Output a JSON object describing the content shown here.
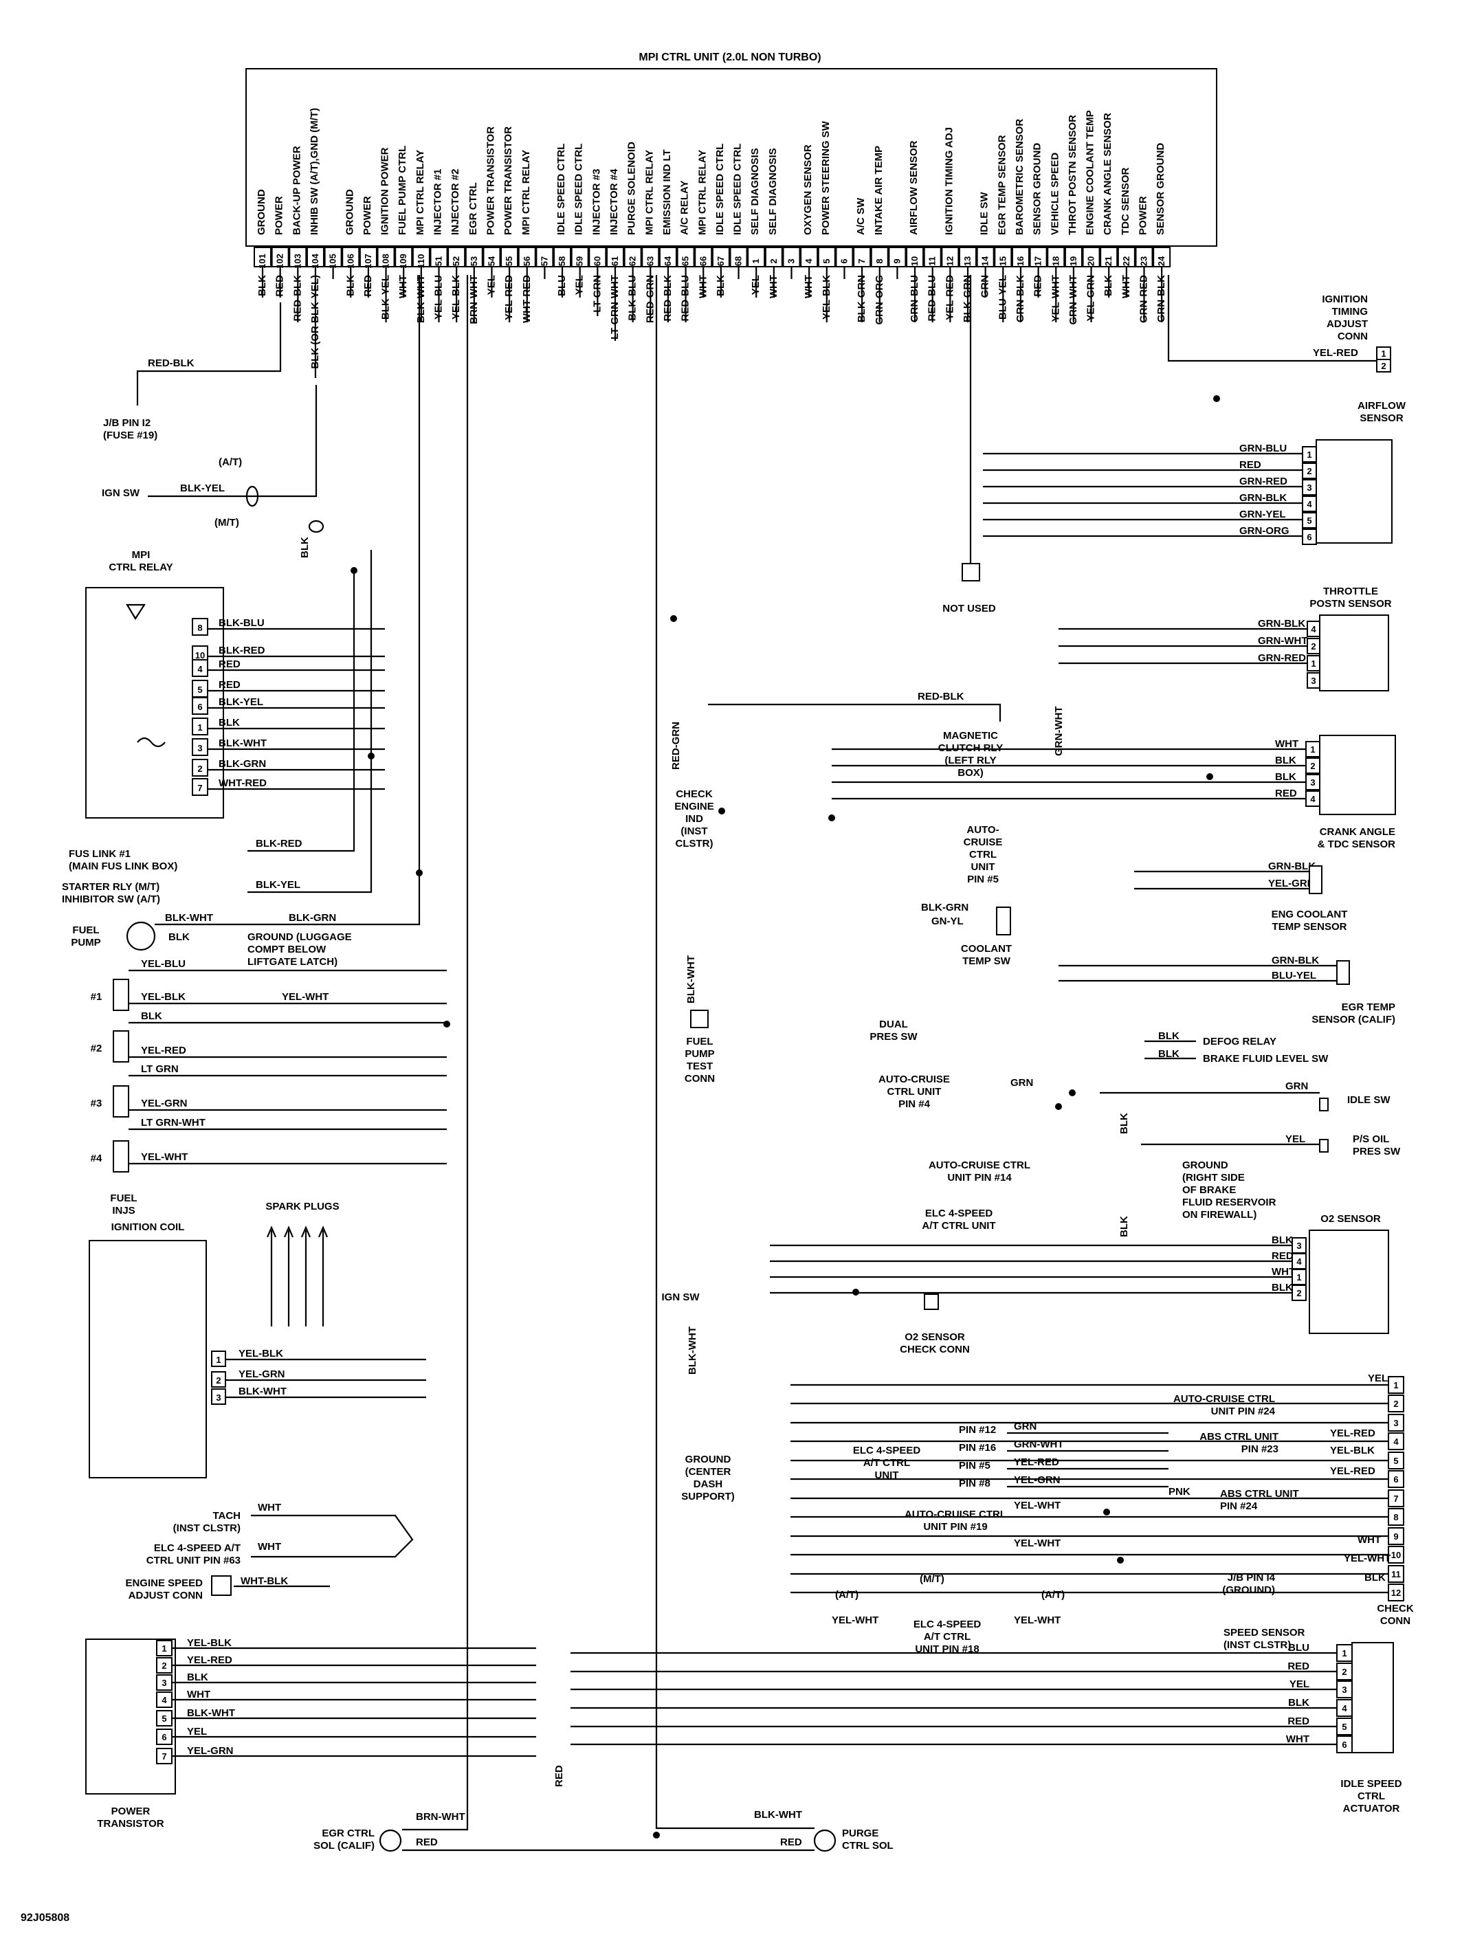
{
  "ecu": {
    "title": "MPI CTRL UNIT (2.0L NON TURBO)",
    "pins": [
      {
        "n": "101",
        "f": "GROUND",
        "w": "BLK"
      },
      {
        "n": "102",
        "f": "POWER",
        "w": "RED"
      },
      {
        "n": "103",
        "f": "BACK-UP POWER",
        "w": "RED-BLK"
      },
      {
        "n": "104",
        "f": "INHIB SW (A/T),GND (M/T)",
        "w": "BLK (OR BLK-YEL)"
      },
      {
        "n": "105",
        "f": "",
        "w": ""
      },
      {
        "n": "106",
        "f": "GROUND",
        "w": "BLK"
      },
      {
        "n": "107",
        "f": "POWER",
        "w": "RED"
      },
      {
        "n": "108",
        "f": "IGNITION POWER",
        "w": "BLK-YEL"
      },
      {
        "n": "109",
        "f": "FUEL PUMP CTRL",
        "w": "WHT"
      },
      {
        "n": "110",
        "f": "MPI CTRL RELAY",
        "w": "BLK-WHT"
      },
      {
        "n": "51",
        "f": "INJECTOR #1",
        "w": "YEL-BLU"
      },
      {
        "n": "52",
        "f": "INJECTOR #2",
        "w": "YEL-BLK"
      },
      {
        "n": "53",
        "f": "EGR CTRL",
        "w": "BRN-WHT"
      },
      {
        "n": "54",
        "f": "POWER TRANSISTOR",
        "w": "YEL"
      },
      {
        "n": "55",
        "f": "POWER TRANSISTOR",
        "w": "YEL-RED"
      },
      {
        "n": "56",
        "f": "MPI CTRL RELAY",
        "w": "WHT-RED"
      },
      {
        "n": "57",
        "f": "",
        "w": ""
      },
      {
        "n": "58",
        "f": "IDLE SPEED CTRL",
        "w": "BLU"
      },
      {
        "n": "59",
        "f": "IDLE SPEED CTRL",
        "w": "YEL"
      },
      {
        "n": "60",
        "f": "INJECTOR #3",
        "w": "LT GRN"
      },
      {
        "n": "61",
        "f": "INJECTOR #4",
        "w": "LT GRN-WHT"
      },
      {
        "n": "62",
        "f": "PURGE SOLENOID",
        "w": "BLK-BLU"
      },
      {
        "n": "63",
        "f": "MPI CTRL RELAY",
        "w": "RED-GRN"
      },
      {
        "n": "64",
        "f": "EMISSION IND LT",
        "w": "RED-BLK"
      },
      {
        "n": "65",
        "f": "A/C RELAY",
        "w": "RED-BLU"
      },
      {
        "n": "66",
        "f": "MPI CTRL RELAY",
        "w": "WHT"
      },
      {
        "n": "67",
        "f": "IDLE SPEED CTRL",
        "w": "BLK"
      },
      {
        "n": "68",
        "f": "IDLE SPEED CTRL",
        "w": ""
      },
      {
        "n": "1",
        "f": "SELF DIAGNOSIS",
        "w": "YEL"
      },
      {
        "n": "2",
        "f": "SELF DIAGNOSIS",
        "w": "WHT"
      },
      {
        "n": "3",
        "f": "",
        "w": ""
      },
      {
        "n": "4",
        "f": "OXYGEN SENSOR",
        "w": "WHT"
      },
      {
        "n": "5",
        "f": "POWER STEERING SW",
        "w": "YEL-BLK"
      },
      {
        "n": "6",
        "f": "",
        "w": ""
      },
      {
        "n": "7",
        "f": "A/C SW",
        "w": "BLK-GRN"
      },
      {
        "n": "8",
        "f": "INTAKE AIR TEMP",
        "w": "GRN-ORG"
      },
      {
        "n": "9",
        "f": "",
        "w": ""
      },
      {
        "n": "10",
        "f": "AIRFLOW SENSOR",
        "w": "GRN-BLU"
      },
      {
        "n": "11",
        "f": "",
        "w": "RED-BLU"
      },
      {
        "n": "12",
        "f": "IGNITION TIMING ADJ",
        "w": "YEL-RED"
      },
      {
        "n": "13",
        "f": "",
        "w": "BLK-GRN"
      },
      {
        "n": "14",
        "f": "IDLE SW",
        "w": "GRN"
      },
      {
        "n": "15",
        "f": "EGR TEMP SENSOR",
        "w": "BLU-YEL"
      },
      {
        "n": "16",
        "f": "BAROMETRIC SENSOR",
        "w": "GRN-BLK"
      },
      {
        "n": "17",
        "f": "SENSOR GROUND",
        "w": "RED"
      },
      {
        "n": "18",
        "f": "VEHICLE SPEED",
        "w": "YEL-WHT"
      },
      {
        "n": "19",
        "f": "THROT POSTN SENSOR",
        "w": "GRN-WHT"
      },
      {
        "n": "20",
        "f": "ENGINE COOLANT TEMP",
        "w": "YEL-GRN"
      },
      {
        "n": "21",
        "f": "CRANK ANGLE SENSOR",
        "w": "BLK"
      },
      {
        "n": "22",
        "f": "TDC SENSOR",
        "w": "WHT"
      },
      {
        "n": "23",
        "f": "POWER",
        "w": "GRN-RED"
      },
      {
        "n": "24",
        "f": "SENSOR GROUND",
        "w": "GRN-BLK"
      }
    ]
  },
  "left": {
    "jb_pin12": "J/B PIN I2\n(FUSE #19)",
    "jb_wire": "RED-BLK",
    "at": "(A/T)",
    "mt": "(M/T)",
    "ign_sw": "IGN SW",
    "ign_sw_wire": "BLK-YEL",
    "blk": "BLK",
    "mpi_relay": "MPI\nCTRL RELAY",
    "relay_wires": [
      "BLK-BLU",
      "BLK-RED",
      "RED",
      "RED",
      "BLK-YEL",
      "BLK",
      "BLK-WHT",
      "BLK-GRN",
      "WHT-RED"
    ],
    "relay_pins": [
      "8",
      "10",
      "4",
      "5",
      "6",
      "1",
      "3",
      "2",
      "7"
    ],
    "fus_link": "FUS LINK #1\n(MAIN FUS LINK BOX)",
    "fus_link_wire": "BLK-RED",
    "starter": "STARTER RLY (M/T)\nINHIBITOR SW (A/T)",
    "starter_wire": "BLK-YEL",
    "fuel_pump": "FUEL\nPUMP",
    "fuel_pump_wires": [
      "BLK-WHT",
      "BLK",
      "BLK-GRN"
    ],
    "ground_luggage": "GROUND (LUGGAGE\nCOMPT BELOW\nLIFTGATE LATCH)",
    "inj_labels": [
      "#1",
      "#2",
      "#3",
      "#4"
    ],
    "inj_wires": [
      "YEL-BLU",
      "YEL-BLK",
      "BLK",
      "YEL-WHT",
      "YEL-RED",
      "LT GRN",
      "YEL-GRN",
      "LT GRN-WHT",
      "YEL-WHT"
    ],
    "fuel_injs": "FUEL\nINJS",
    "ignition_coil": "IGNITION COIL",
    "spark_plugs": "SPARK PLUGS",
    "coil_wires": [
      "YEL-BLK",
      "YEL-GRN",
      "BLK-WHT"
    ],
    "coil_pins": [
      "1",
      "2",
      "3"
    ],
    "tach": "TACH\n(INST CLSTR)",
    "elc_63": "ELC 4-SPEED A/T\nCTRL UNIT PIN #63",
    "engine_speed": "ENGINE SPEED\nADJUST CONN",
    "wht": "WHT",
    "wht_blk": "WHT-BLK",
    "power_transistor": "POWER\nTRANSISTOR",
    "pt_wires": [
      "YEL-BLK",
      "YEL-RED",
      "BLK",
      "WHT",
      "BLK-WHT",
      "YEL",
      "YEL-GRN"
    ],
    "pt_pins": [
      "1",
      "2",
      "3",
      "4",
      "5",
      "6",
      "7"
    ],
    "egr_sol": "EGR CTRL\nSOL (CALIF)",
    "egr_wires": [
      "BRN-WHT",
      "RED"
    ],
    "red": "RED",
    "fig_id": "92J05808"
  },
  "center": {
    "check_engine": "CHECK\nENGINE\nIND\n(INST\nCLSTR)",
    "red_grn": "RED-GRN",
    "fuel_pump_test": "FUEL\nPUMP\nTEST\nCONN",
    "blk_wht": "BLK-WHT",
    "ign_sw": "IGN SW",
    "ground_center": "GROUND\n(CENTER\nDASH\nSUPPORT)",
    "purge_sol": "PURGE\nCTRL SOL",
    "purge_wires": [
      "BLK-WHT",
      "RED"
    ],
    "not_used": "NOT USED",
    "magnetic": "MAGNETIC\nCLUTCH RLY\n(LEFT RLY\nBOX)",
    "red_blk": "RED-BLK",
    "grn_wht": "GRN-WHT",
    "auto_cruise5": "AUTO-\nCRUISE\nCTRL\nUNIT\nPIN #5",
    "coolant_sw": "COOLANT\nTEMP SW",
    "coolant_wires": [
      "BLK-GRN",
      "GN-YL"
    ],
    "dual_pres": "DUAL\nPRES SW",
    "auto_cruise4": "AUTO-CRUISE\nCTRL UNIT\nPIN #4",
    "grn": "GRN",
    "auto_cruise14": "AUTO-CRUISE CTRL\nUNIT PIN #14",
    "elc_atctrl": "ELC 4-SPEED\nA/T CTRL UNIT",
    "o2_check": "O2 SENSOR\nCHECK CONN",
    "elc_pins": [
      "PIN #12",
      "PIN #16",
      "PIN #5",
      "PIN #8"
    ],
    "elc_pin_wires": [
      "GRN",
      "GRN-WHT",
      "YEL-RED",
      "YEL-GRN"
    ],
    "elc_label": "ELC 4-SPEED\nA/T CTRL\nUNIT",
    "auto_cruise19": "AUTO-CRUISE CTRL\nUNIT PIN #19",
    "yel_wht": "YEL-WHT",
    "elc_18": "ELC 4-SPEED\nA/T CTRL\nUNIT PIN #18",
    "at": "(A/T)",
    "mt": "(M/T)"
  },
  "right": {
    "ign_timing": "IGNITION\nTIMING\nADJUST\nCONN",
    "ign_timing_wire": "YEL-RED",
    "airflow": "AIRFLOW\nSENSOR",
    "airflow_wires": [
      "GRN-BLU",
      "RED",
      "GRN-RED",
      "GRN-BLK",
      "GRN-YEL",
      "GRN-ORG"
    ],
    "throttle": "THROTTLE\nPOSTN SENSOR",
    "throttle_wires": [
      "GRN-BLK",
      "GRN-WHT",
      "GRN-RED"
    ],
    "throttle_pins": [
      "4",
      "2",
      "1",
      "3"
    ],
    "crank": "CRANK ANGLE\n& TDC SENSOR",
    "crank_wires": [
      "WHT",
      "BLK",
      "BLK",
      "RED"
    ],
    "eng_coolant": "ENG COOLANT\nTEMP SENSOR",
    "eng_coolant_wires": [
      "GRN-BLK",
      "YEL-GRN"
    ],
    "egr_temp": "EGR TEMP\nSENSOR (CALIF)",
    "egr_temp_wires": [
      "GRN-BLK",
      "BLU-YEL"
    ],
    "defog": "DEFOG RELAY",
    "brake_fluid": "BRAKE FLUID LEVEL SW",
    "idle_sw": "IDLE SW",
    "ps_oil": "P/S OIL\nPRES SW",
    "ground_brake": "GROUND\n(RIGHT SIDE\nOF BRAKE\nFLUID RESERVOIR\nON FIREWALL)",
    "o2_sensor": "O2 SENSOR",
    "o2_wires": [
      "BLK",
      "RED",
      "WHT",
      "BLK"
    ],
    "o2_pins": [
      "3",
      "4",
      "1",
      "2"
    ],
    "check_conn": "CHECK\nCONN",
    "check_wires": [
      "YEL",
      "YEL-RED",
      "YEL-BLK",
      "YEL-RED",
      "PNK",
      "WHT",
      "YEL-WHT",
      "BLK"
    ],
    "auto_cruise24": "AUTO-CRUISE CTRL\nUNIT PIN #24",
    "abs23": "ABS CTRL UNIT\nPIN #23",
    "abs24": "ABS CTRL UNIT\nPIN #24",
    "jb14": "J/B PIN I4\n(GROUND)",
    "speed_sensor": "SPEED SENSOR\n(INST CLSTR)",
    "isc": "IDLE SPEED\nCTRL\nACTUATOR",
    "isc_wires": [
      "BLU",
      "RED",
      "YEL",
      "BLK",
      "RED",
      "WHT"
    ]
  }
}
